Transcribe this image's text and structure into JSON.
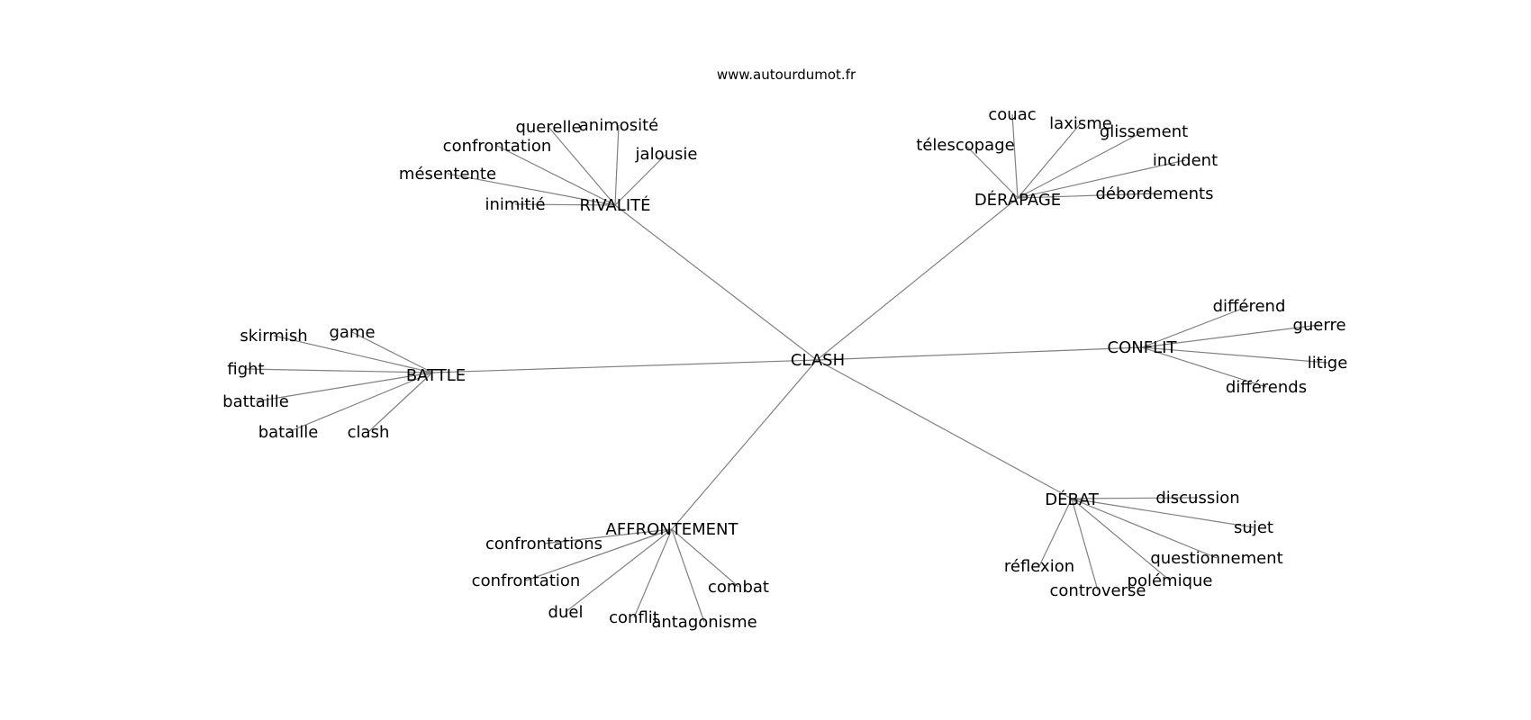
{
  "source": "www.autourdumot.fr",
  "center": "CLASH",
  "clusters": [
    {
      "hub": "RIVALITÉ",
      "words": [
        "inimitié",
        "mésentente",
        "confrontation",
        "querelle",
        "animosité",
        "jalousie"
      ]
    },
    {
      "hub": "DÉRAPAGE",
      "words": [
        "télescopage",
        "couac",
        "laxisme",
        "glissement",
        "incident",
        "débordements"
      ]
    },
    {
      "hub": "BATTLE",
      "words": [
        "game",
        "skirmish",
        "fight",
        "battaille",
        "bataille",
        "clash"
      ]
    },
    {
      "hub": "CONFLIT",
      "words": [
        "différend",
        "guerre",
        "litige",
        "différends"
      ]
    },
    {
      "hub": "DÉBAT",
      "words": [
        "discussion",
        "sujet",
        "questionnement",
        "polémique",
        "controverse",
        "réflexion"
      ]
    },
    {
      "hub": "AFFRONTEMENT",
      "words": [
        "confrontations",
        "confrontation",
        "duel",
        "conflit",
        "antagonisme",
        "combat"
      ]
    }
  ]
}
